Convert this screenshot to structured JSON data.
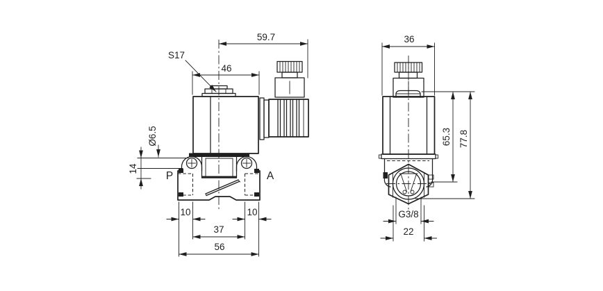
{
  "drawing": {
    "front_view": {
      "dim_center_to_connector": "59.7",
      "dim_coil_width": "46",
      "label_wrench_size": "S17",
      "dim_hole_diameter": "Ø6.5",
      "dim_top_to_port": "14",
      "label_port_inlet": "P",
      "label_port_outlet": "A",
      "dim_port_depth_left": "10",
      "dim_port_depth_right": "10",
      "dim_port_spacing": "37",
      "dim_body_width": "56"
    },
    "side_view": {
      "dim_coil_depth": "36",
      "dim_height_to_axis": "65.3",
      "dim_height_total": "77.8",
      "label_thread_size": "G3/8",
      "dim_body_depth": "22"
    },
    "colors": {
      "line": "#1f1f1f",
      "background": "#ffffff"
    }
  }
}
